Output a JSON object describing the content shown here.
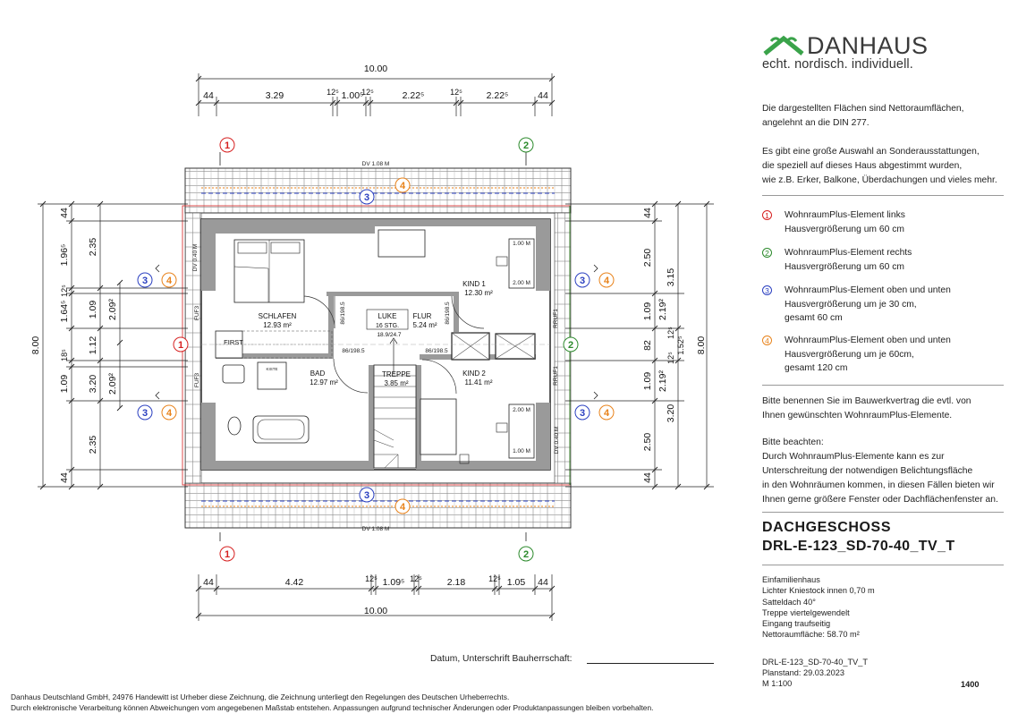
{
  "logo": {
    "name": "DANHAUS",
    "tagline": "echt. nordisch. individuell.",
    "color_green": "#3aa34a"
  },
  "info": {
    "net_area_note": [
      "Die dargestellten Flächen sind Nettoraumflächen,",
      "angelehnt an die DIN 277."
    ],
    "options_note": [
      "Es gibt eine große Auswahl an Sonderausstattungen,",
      "die speziell auf dieses Haus abgestimmt wurden,",
      "wie z.B. Erker, Balkone, Überdachungen und vieles mehr."
    ]
  },
  "legend": [
    {
      "num": "1",
      "color": "#d62020",
      "lines": [
        "WohnraumPlus-Element links",
        "Hausvergrößerung um 60 cm"
      ]
    },
    {
      "num": "2",
      "color": "#2c8a2c",
      "lines": [
        "WohnraumPlus-Element rechts",
        "Hausvergrößerung um 60 cm"
      ]
    },
    {
      "num": "3",
      "color": "#2a3fc0",
      "lines": [
        "WohnraumPlus-Element oben und unten",
        "Hausvergrößerung um je 30 cm,",
        "gesamt 60 cm"
      ]
    },
    {
      "num": "4",
      "color": "#e8821a",
      "lines": [
        "WohnraumPlus-Element oben und unten",
        "Hausvergrößerung um je 60cm,",
        "gesamt 120 cm"
      ]
    }
  ],
  "contract_note": [
    "Bitte benennen Sie im Bauwerkvertrag die evtl. von",
    "Ihnen gewünschten WohnraumPlus-Elemente."
  ],
  "attention_note": [
    "Bitte beachten:",
    "Durch WohnraumPlus-Elemente kann es zur",
    "Unterschreitung der notwendigen Belichtungsfläche",
    "in den Wohnräumen kommen, in diesen Fällen bieten wir",
    "Ihnen gerne größere Fenster oder Dachflächenfenster an."
  ],
  "title": {
    "floor": "DACHGESCHOSS",
    "code": "DRL-E-123_SD-70-40_TV_T"
  },
  "specs": [
    "Einfamilienhaus",
    "Lichter Kniestock innen 0,70 m",
    "Satteldach 40°",
    "Treppe viertelgewendelt",
    "Eingang traufseitig",
    "Nettoraumfläche: 58.70 m²"
  ],
  "plan_info": [
    "DRL-E-123_SD-70-40_TV_T",
    "Planstand: 29.03.2023",
    "M 1:100"
  ],
  "sheet_number": "1400",
  "signature_label": "Datum, Unterschrift Bauherrschaft:",
  "copyright": [
    "Danhaus Deutschland GmbH, 24976 Handewitt ist Urheber diese Zeichnung, die Zeichnung unterliegt den Regelungen des Deutschen Urheberrechts.",
    "Durch elektronische Verarbeitung können Abweichungen vom angegebenen Maßstab entstehen. Anpassungen aufgrund technischer Änderungen oder Produktanpassungen bleiben vorbehalten."
  ],
  "plan": {
    "dim_top_total": "10.00",
    "dim_top_segments": [
      "44",
      "3.29",
      "12⁵",
      "1.00⁵",
      "12⁵",
      "2.22⁵",
      "12⁵",
      "2.22⁵",
      "44"
    ],
    "dim_bottom_total": "10.00",
    "dim_bottom_segments": [
      "44",
      "4.42",
      "12⁵",
      "1.09⁵",
      "12⁵",
      "2.18",
      "12⁵",
      "1.05",
      "44"
    ],
    "dim_left_total": "8.00",
    "dim_left_outer": [
      "44",
      "1.96⁵",
      "12⁵",
      "1.64⁵",
      "18⁵",
      "1.09",
      "44"
    ],
    "dim_left_mid": [
      "2.35",
      "1.09",
      "1.12",
      "3.20",
      "2.35"
    ],
    "dim_left_inner": [
      "2.09²",
      "2.09²"
    ],
    "dim_right_total": "8.00",
    "dim_right_outer": [
      "44",
      "2.50",
      "1.09",
      "82",
      "1.09",
      "2.50",
      "44"
    ],
    "dim_right_mid": [
      "3.15",
      "12⁵",
      "12⁵",
      "3.20"
    ],
    "dim_right_inner": [
      "2.19²",
      "2.19²",
      "1.52⁵"
    ],
    "eave_label": "DV 1.08 M",
    "knee_label": "DV 0.40 M",
    "rooms": [
      {
        "name": "SCHLAFEN",
        "area": "12.93 m²"
      },
      {
        "name": "BAD",
        "area": "12.97 m²"
      },
      {
        "name": "FLUR",
        "area": "5.24 m²"
      },
      {
        "name": "TREPPE",
        "area": "3.85 m²"
      },
      {
        "name": "KIND 1",
        "area": "12.30 m²"
      },
      {
        "name": "KIND 2",
        "area": "11.41 m²"
      }
    ],
    "first_label": "FIRST",
    "luke_label": "LUKE",
    "luke_steps": "16 STG.",
    "luke_ratio": "18.9/24.7",
    "door_label": "86/198.5",
    "window_labels": [
      "FUF3",
      "FUF3",
      "RRUF1",
      "RRUF1"
    ],
    "window_sizes": [
      "1.00 M",
      "2.00 M",
      "2.00 M",
      "1.00 M"
    ],
    "kiste_label": "KISTE",
    "markers": [
      "1",
      "2",
      "3",
      "4"
    ]
  }
}
